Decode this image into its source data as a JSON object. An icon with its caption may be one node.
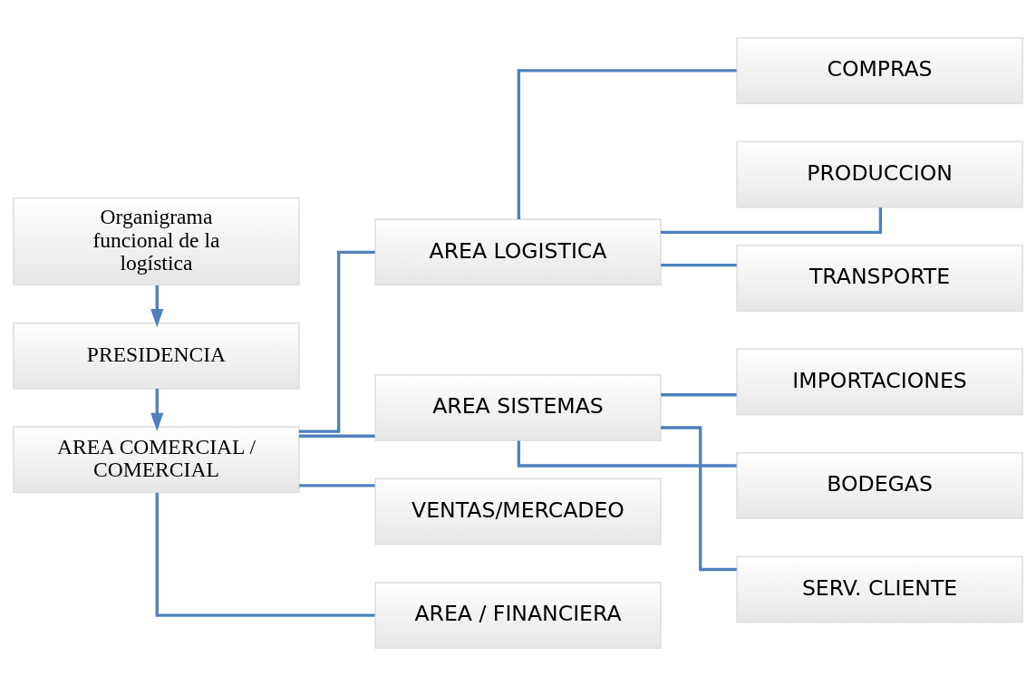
{
  "diagram": {
    "nodes": [
      {
        "text": [
          "Organigrama funcional de la logística"
        ]
      },
      {
        "text": [
          "PRESIDENCIA"
        ]
      },
      {
        "text": [
          "AREA COMERCIAL / COMERCIAL"
        ]
      },
      {
        "text": [
          "AREA LOGISTICA"
        ]
      },
      {
        "text": [
          "AREA SISTEMAS"
        ]
      },
      {
        "text": [
          "VENTAS/MERCADEO"
        ]
      },
      {
        "text": [
          "AREA / FINANCIERA"
        ]
      },
      {
        "text": [
          "COMPRAS"
        ]
      },
      {
        "text": [
          "PRODUCCION"
        ]
      },
      {
        "text": [
          "TRANSPORTE"
        ]
      },
      {
        "text": [
          "IMPORTACIONES"
        ]
      },
      {
        "text": [
          "BODEGAS"
        ]
      },
      {
        "text": [
          "SERV. CLIENTE"
        ]
      }
    ],
    "edges": [
      {
        "from": 0,
        "to": 1,
        "arrow": "to"
      },
      {
        "from": 1,
        "to": 2,
        "arrow": "to"
      },
      {
        "from": 2,
        "to": 3,
        "arrow": "none"
      },
      {
        "from": 2,
        "to": 4,
        "arrow": "none"
      },
      {
        "from": 2,
        "to": 5,
        "arrow": "none"
      },
      {
        "from": 2,
        "to": 6,
        "arrow": "none"
      },
      {
        "from": 3,
        "to": 7,
        "arrow": "none"
      },
      {
        "from": 3,
        "to": 8,
        "arrow": "none"
      },
      {
        "from": 3,
        "to": 9,
        "arrow": "none"
      },
      {
        "from": 4,
        "to": 10,
        "arrow": "none"
      },
      {
        "from": 4,
        "to": 11,
        "arrow": "none"
      },
      {
        "from": 4,
        "to": 12,
        "arrow": "none"
      }
    ]
  }
}
